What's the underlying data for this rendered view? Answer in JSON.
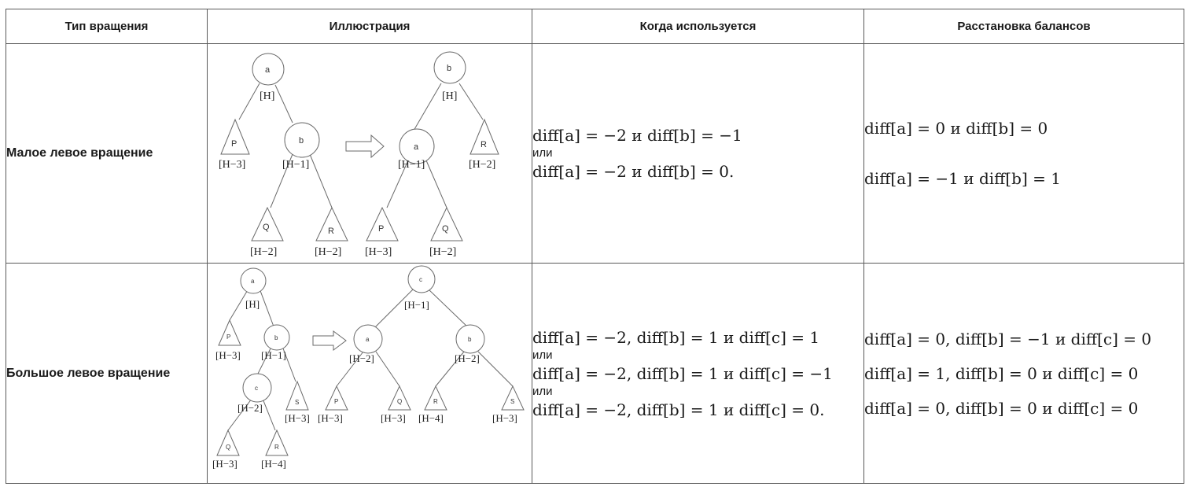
{
  "headers": {
    "type": "Тип вращения",
    "illustration": "Иллюстрация",
    "when": "Когда используется",
    "balances": "Расстановка балансов"
  },
  "rows": [
    {
      "name": "Малое левое вращение",
      "illustration_labels": {
        "nodes": [
          "a",
          "b",
          "P",
          "Q",
          "R"
        ],
        "heights": [
          "[H]",
          "[H−1]",
          "[H−2]",
          "[H−3]"
        ]
      },
      "when": {
        "lines": [
          "diff[a] = −2 и diff[b] = −1",
          "diff[a] = −2 и diff[b] = 0."
        ],
        "or": "или"
      },
      "balances": [
        "diff[a] = 0 и diff[b] = 0",
        "diff[a] = −1 и diff[b] = 1"
      ]
    },
    {
      "name": "Большое левое вращение",
      "illustration_labels": {
        "nodes": [
          "a",
          "b",
          "c",
          "P",
          "Q",
          "R",
          "S"
        ],
        "heights": [
          "[H]",
          "[H−1]",
          "[H−2]",
          "[H−3]",
          "[H−4]"
        ]
      },
      "when": {
        "lines": [
          "diff[a] = −2, diff[b] = 1 и diff[c] = 1",
          "diff[a] = −2, diff[b] = 1 и diff[c] = −1",
          "diff[a] = −2, diff[b] = 1 и diff[c] = 0."
        ],
        "or": "или"
      },
      "balances": [
        "diff[a] = 0, diff[b] = −1 и diff[c] = 0",
        "diff[a] = 1, diff[b] = 0 и diff[c] = 0",
        "diff[a] = 0, diff[b] = 0 и diff[c] = 0"
      ]
    }
  ]
}
